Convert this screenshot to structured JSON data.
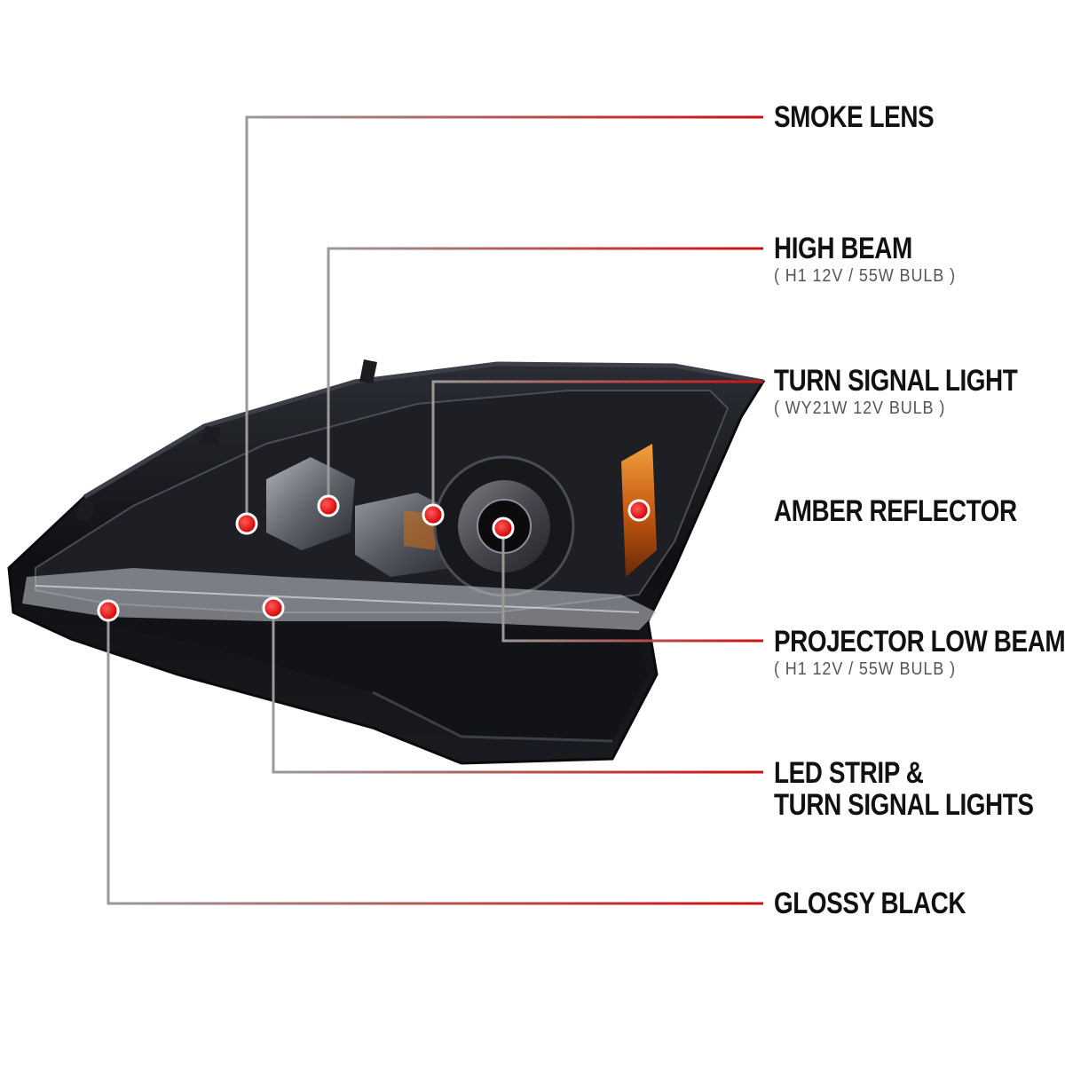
{
  "colors": {
    "dot": "#e00000",
    "line_left": "#9a9a9a",
    "line_right": "#cc1111",
    "label": "#111111",
    "sub_label": "#555555"
  },
  "callouts": {
    "smoke_lens": {
      "title": "SMOKE LENS"
    },
    "high_beam": {
      "title": "HIGH BEAM",
      "subtitle": "( H1  12V / 55W  BULB )"
    },
    "turn_signal_light": {
      "title": "TURN SIGNAL LIGHT",
      "subtitle": "( WY21W  12V  BULB )"
    },
    "amber_reflector": {
      "title": "AMBER REFLECTOR"
    },
    "projector_low_beam": {
      "title": "PROJECTOR LOW BEAM",
      "subtitle": "( H1  12V / 55W  BULB )"
    },
    "led_strip": {
      "title_line1": "LED STRIP &",
      "title_line2": "TURN SIGNAL LIGHTS"
    },
    "glossy_black": {
      "title": "GLOSSY BLACK"
    }
  }
}
